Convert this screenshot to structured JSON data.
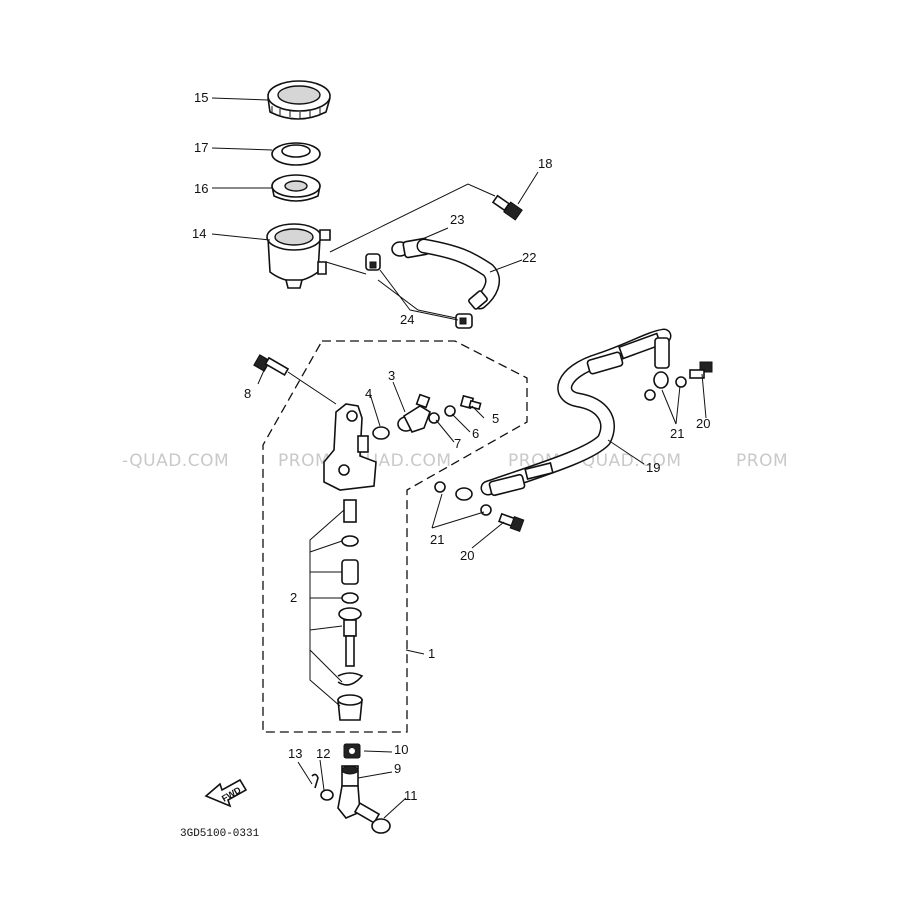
{
  "diagram": {
    "drawing_code": "3GD5100-0331",
    "fwd_label": "FWD",
    "watermarks": [
      "-QUAD.COM",
      "PROMO-QUAD.COM",
      "PROMO-QUAD.COM",
      "PROM"
    ],
    "callouts": {
      "c1": "1",
      "c2": "2",
      "c3": "3",
      "c4": "4",
      "c5": "5",
      "c6": "6",
      "c7": "7",
      "c8": "8",
      "c9": "9",
      "c10": "10",
      "c11": "11",
      "c12": "12",
      "c13": "13",
      "c14": "14",
      "c15": "15",
      "c16": "16",
      "c17": "17",
      "c18": "18",
      "c19": "19",
      "c20a": "20",
      "c20b": "20",
      "c21a": "21",
      "c21b": "21",
      "c22": "22",
      "c23": "23",
      "c24": "24"
    }
  }
}
